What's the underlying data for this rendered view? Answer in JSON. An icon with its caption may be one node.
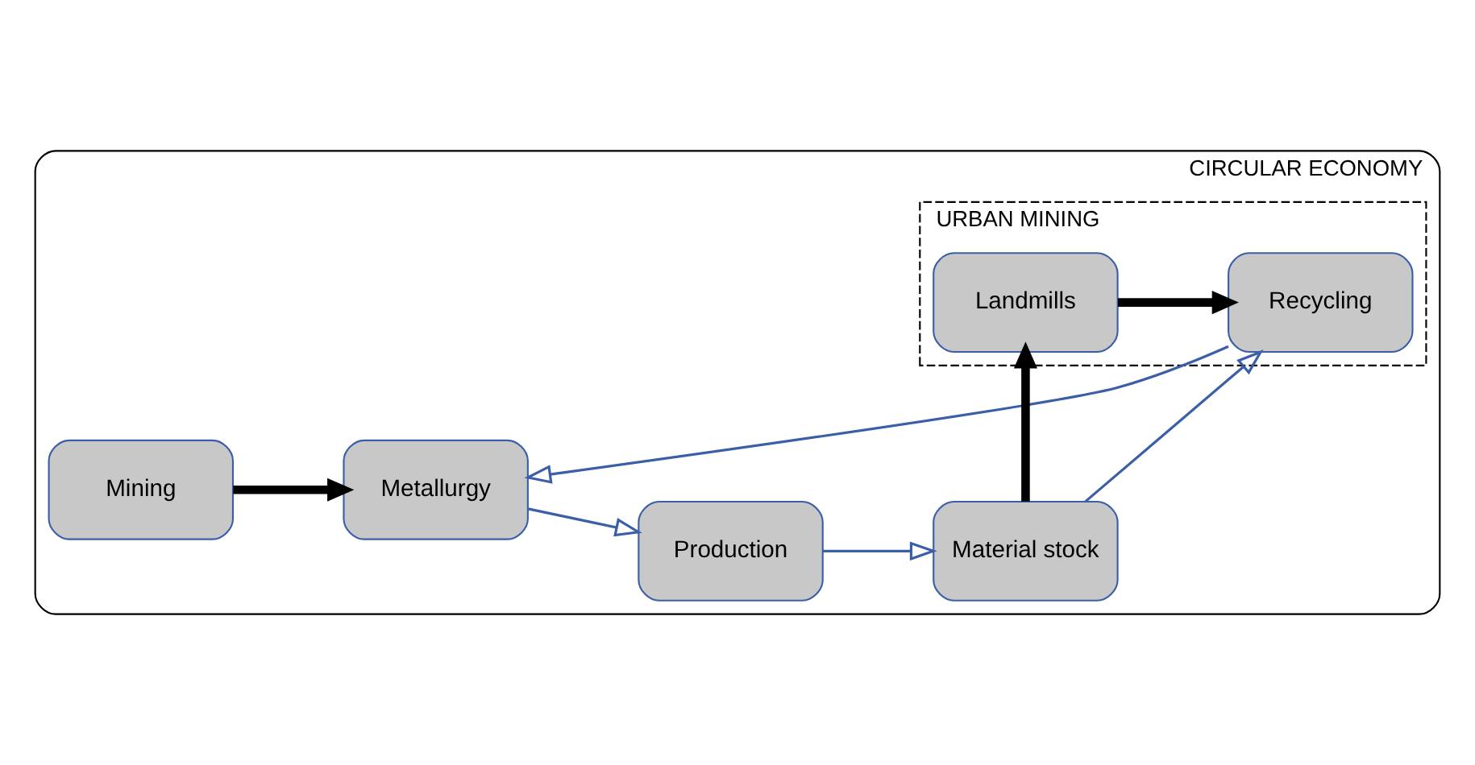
{
  "diagram": {
    "nodes": [
      {
        "text": [
          "CIRCULAR ECONOMY"
        ]
      },
      {
        "text": [
          "Mining"
        ],
        "in": 0
      },
      {
        "text": [
          "Metallurgy"
        ],
        "in": 0
      },
      {
        "text": [
          "URBAN MINING"
        ],
        "in": 0
      },
      {
        "text": [
          "Recycling"
        ],
        "in": 3
      },
      {
        "text": [
          "Production"
        ],
        "in": 0
      },
      {
        "text": [
          "Landmills"
        ],
        "in": 3
      },
      {
        "text": [
          "Material stock"
        ],
        "in": 0
      }
    ],
    "edges": [
      {
        "from": 1,
        "to": 2,
        "arrow": "to",
        "style": "thick",
        "color": "#000000"
      },
      {
        "from": 2,
        "to": 5,
        "arrow": "to"
      },
      {
        "from": 4,
        "to": 2,
        "arrow": "to"
      },
      {
        "from": 6,
        "to": 4,
        "arrow": "to",
        "style": "thick",
        "color": "#000000"
      },
      {
        "from": 5,
        "to": 7,
        "arrow": "to"
      },
      {
        "from": 7,
        "to": 4,
        "arrow": "to"
      },
      {
        "from": 7,
        "to": 6,
        "arrow": "to",
        "style": "thick",
        "color": "#000000"
      }
    ]
  }
}
